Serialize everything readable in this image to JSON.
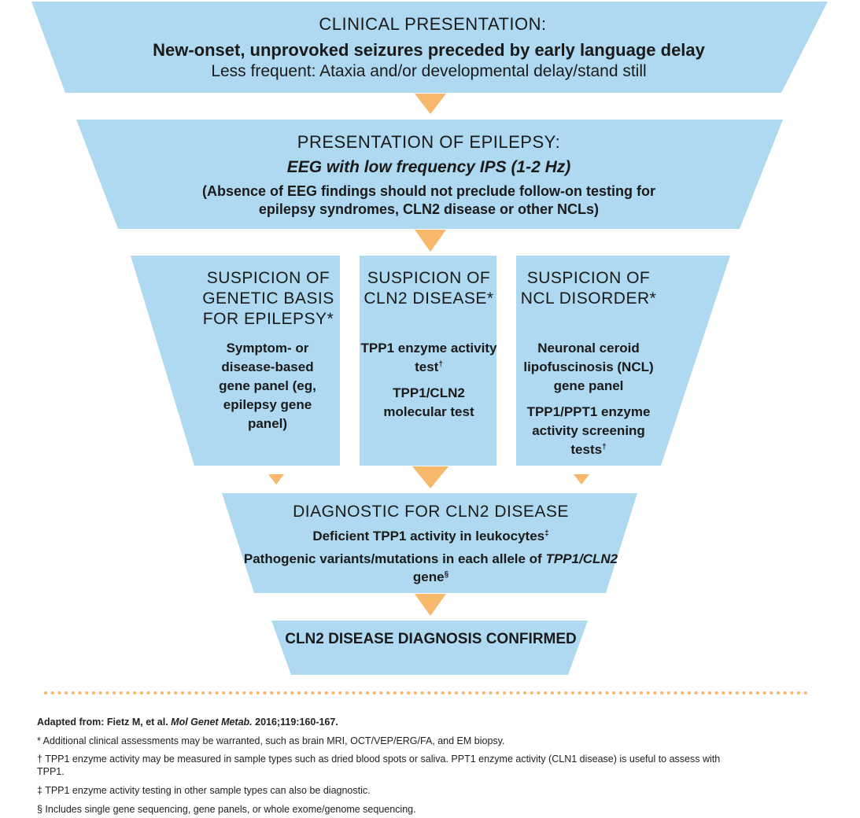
{
  "colors": {
    "box_fill": "#aed9f0",
    "arrow_fill": "#f8b86b",
    "divider": "#f8b86b"
  },
  "tier1": {
    "heading": "CLINICAL PRESENTATION:",
    "main": "New-onset, unprovoked seizures preceded by early language delay",
    "sub": "Less frequent: Ataxia and/or developmental delay/stand still"
  },
  "tier2": {
    "heading": "PRESENTATION OF EPILEPSY:",
    "main": "EEG with low frequency IPS (1-2 Hz)",
    "note": "(Absence of EEG findings should not preclude follow-on testing for epilepsy syndromes, CLN2 disease or other NCLs)"
  },
  "tier3": [
    {
      "heading": "SUSPICION OF GENETIC BASIS FOR EPILEPSY*",
      "body": [
        "Symptom- or disease-based gene panel (eg, epilepsy gene panel)"
      ]
    },
    {
      "heading": "SUSPICION OF CLN2 DISEASE*",
      "body": [
        "TPP1 enzyme activity test",
        "TPP1/CLN2 molecular test"
      ]
    },
    {
      "heading": "SUSPICION OF NCL DISORDER*",
      "body": [
        "Neuronal ceroid lipofuscinosis (NCL) gene panel",
        "TPP1/PPT1 enzyme activity screening tests"
      ]
    }
  ],
  "marks": {
    "dagger": "†",
    "double_dagger": "‡",
    "section": "§"
  },
  "tier4": {
    "heading": "DIAGNOSTIC FOR CLN2 DISEASE",
    "line1": "Deficient TPP1 activity in leukocytes",
    "line2_start": "Pathogenic variants/mutations in each allele of",
    "line2_gene": "TPP1/CLN2",
    "line2_end": "gene"
  },
  "tier5": {
    "text": "CLN2 DISEASE DIAGNOSIS CONFIRMED"
  },
  "footnotes": {
    "source_prefix": "Adapted from: Fietz M, et al.",
    "source_journal": "Mol Genet Metab.",
    "source_suffix": "2016;119:160-167.",
    "asterisk": "* Additional clinical assessments may be warranted, such as brain MRI, OCT/VEP/ERG/FA, and EM biopsy.",
    "dagger": "† TPP1 enzyme activity may be measured in sample types such as dried blood spots or saliva. PPT1 enzyme activity (CLN1 disease) is useful to assess with TPP1.",
    "double_dagger": "‡ TPP1 enzyme activity testing in other sample types can also be diagnostic.",
    "section": "§ Includes single gene sequencing, gene panels, or whole exome/genome sequencing."
  }
}
